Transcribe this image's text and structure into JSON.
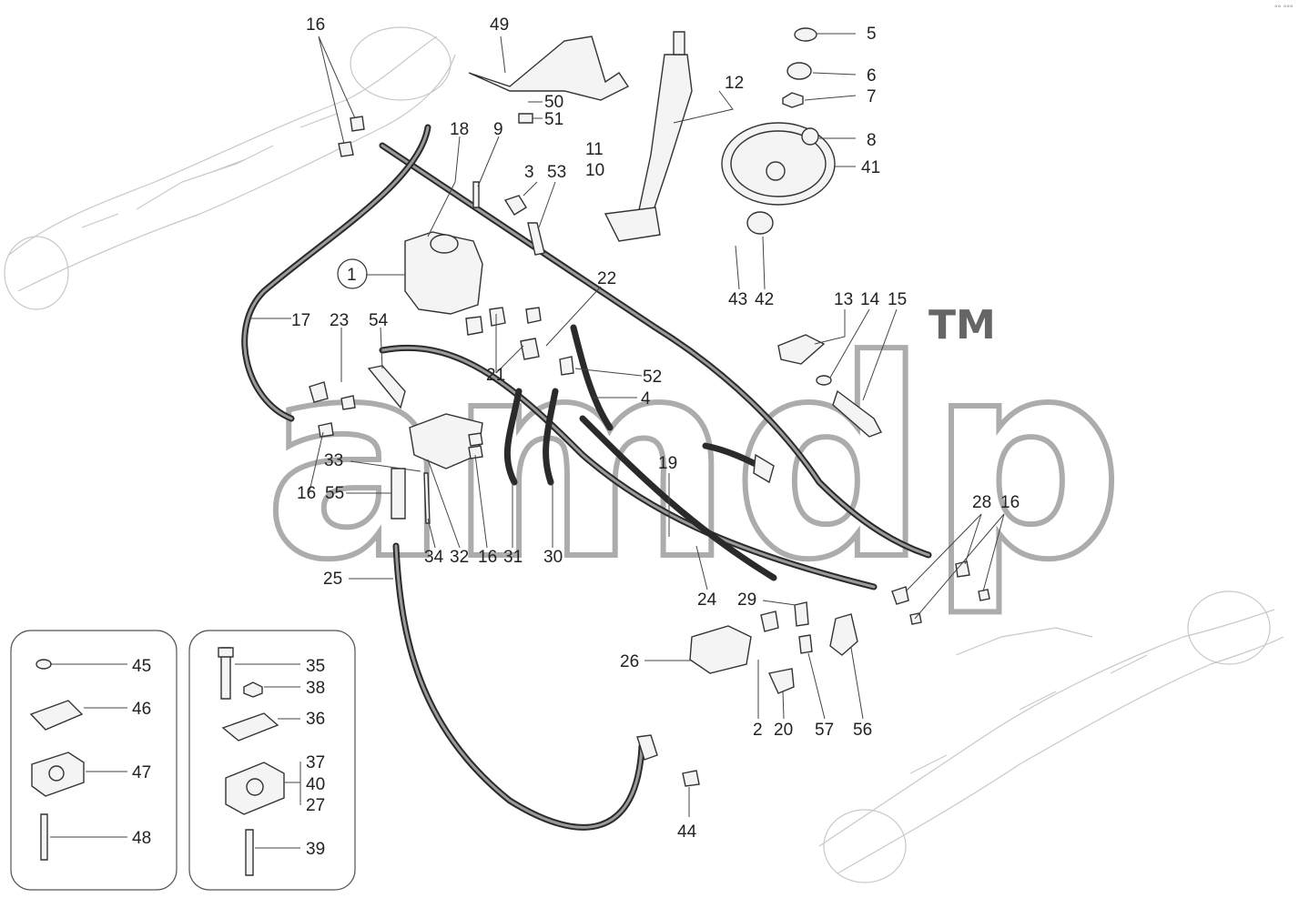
{
  "watermark": {
    "text": "amdp",
    "tm": "TM"
  },
  "corner_mark": "°° °°°",
  "labels": [
    {
      "id": "16a",
      "text": "16"
    },
    {
      "id": "49",
      "text": "49"
    },
    {
      "id": "5",
      "text": "5"
    },
    {
      "id": "6",
      "text": "6"
    },
    {
      "id": "7",
      "text": "7"
    },
    {
      "id": "12",
      "text": "12"
    },
    {
      "id": "50",
      "text": "50"
    },
    {
      "id": "51",
      "text": "51"
    },
    {
      "id": "18",
      "text": "18"
    },
    {
      "id": "9",
      "text": "9"
    },
    {
      "id": "8",
      "text": "8"
    },
    {
      "id": "41",
      "text": "41"
    },
    {
      "id": "11",
      "text": "11"
    },
    {
      "id": "10",
      "text": "10"
    },
    {
      "id": "3",
      "text": "3"
    },
    {
      "id": "53",
      "text": "53"
    },
    {
      "id": "1",
      "text": "1"
    },
    {
      "id": "22",
      "text": "22"
    },
    {
      "id": "43",
      "text": "43"
    },
    {
      "id": "42",
      "text": "42"
    },
    {
      "id": "13",
      "text": "13"
    },
    {
      "id": "14",
      "text": "14"
    },
    {
      "id": "15",
      "text": "15"
    },
    {
      "id": "17",
      "text": "17"
    },
    {
      "id": "23",
      "text": "23"
    },
    {
      "id": "54",
      "text": "54"
    },
    {
      "id": "21",
      "text": "21"
    },
    {
      "id": "52",
      "text": "52"
    },
    {
      "id": "4",
      "text": "4"
    },
    {
      "id": "33",
      "text": "33"
    },
    {
      "id": "19",
      "text": "19"
    },
    {
      "id": "16b",
      "text": "16"
    },
    {
      "id": "55",
      "text": "55"
    },
    {
      "id": "28",
      "text": "28"
    },
    {
      "id": "16c",
      "text": "16"
    },
    {
      "id": "34",
      "text": "34"
    },
    {
      "id": "32",
      "text": "32"
    },
    {
      "id": "16d",
      "text": "16"
    },
    {
      "id": "31",
      "text": "31"
    },
    {
      "id": "30",
      "text": "30"
    },
    {
      "id": "25",
      "text": "25"
    },
    {
      "id": "24",
      "text": "24"
    },
    {
      "id": "29",
      "text": "29"
    },
    {
      "id": "26",
      "text": "26"
    },
    {
      "id": "2",
      "text": "2"
    },
    {
      "id": "20",
      "text": "20"
    },
    {
      "id": "57",
      "text": "57"
    },
    {
      "id": "56",
      "text": "56"
    },
    {
      "id": "44",
      "text": "44"
    },
    {
      "id": "45",
      "text": "45"
    },
    {
      "id": "46",
      "text": "46"
    },
    {
      "id": "47",
      "text": "47"
    },
    {
      "id": "48",
      "text": "48"
    },
    {
      "id": "35",
      "text": "35"
    },
    {
      "id": "38",
      "text": "38"
    },
    {
      "id": "36",
      "text": "36"
    },
    {
      "id": "37",
      "text": "37"
    },
    {
      "id": "40",
      "text": "40"
    },
    {
      "id": "27",
      "text": "27"
    },
    {
      "id": "39",
      "text": "39"
    }
  ]
}
